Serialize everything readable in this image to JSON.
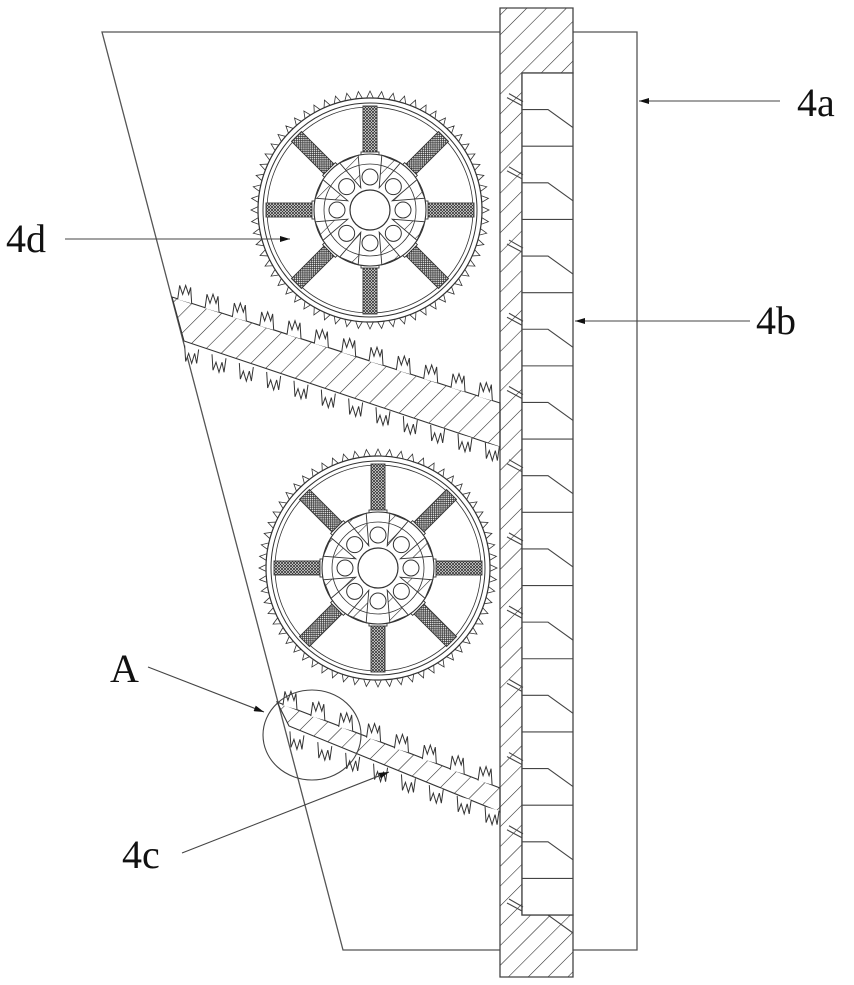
{
  "figure": {
    "labels": {
      "housing": "4a",
      "compartment": "4b",
      "shelf": "4c",
      "wheel": "4d",
      "detail": "A"
    },
    "components": {
      "wheels": [
        {
          "name": "upper-wheel",
          "spokes": 8,
          "bolt_holes": 8
        },
        {
          "name": "lower-wheel",
          "spokes": 8,
          "bolt_holes": 8
        }
      ],
      "shelves": [
        {
          "name": "upper-inclined-shelf"
        },
        {
          "name": "lower-inclined-shelf"
        }
      ],
      "compartment_count": 12
    },
    "colors": {
      "line": "#333333",
      "hatch": "#222222",
      "background": "#ffffff"
    }
  }
}
